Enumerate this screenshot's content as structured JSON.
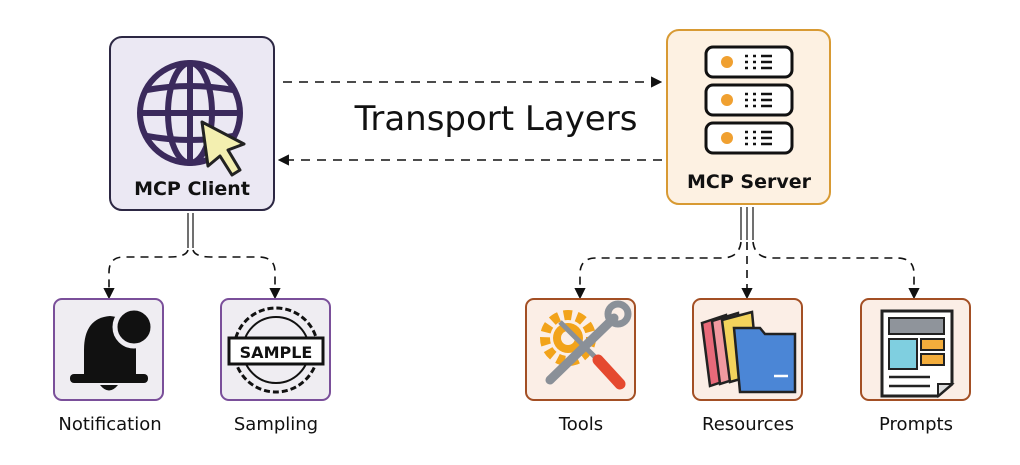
{
  "diagram": {
    "transport_label": "Transport Layers",
    "client": {
      "label": "MCP Client",
      "icon": "globe-cursor-icon",
      "fill": "#ebe8f3",
      "stroke": "#2c2743",
      "children": [
        "Notification",
        "Sampling"
      ]
    },
    "server": {
      "label": "MCP Server",
      "icon": "server-rack-icon",
      "fill": "#fdf1e2",
      "stroke": "#d89a33",
      "children": [
        "Tools",
        "Resources",
        "Prompts"
      ]
    },
    "nodes": [
      {
        "id": "notification",
        "label": "Notification",
        "icon": "bell-icon",
        "fill": "#efedf2",
        "stroke": "#7a4f9a"
      },
      {
        "id": "sampling",
        "label": "Sampling",
        "icon": "sample-stamp-icon",
        "fill": "#efedf2",
        "stroke": "#7a4f9a"
      },
      {
        "id": "tools",
        "label": "Tools",
        "icon": "gear-wrench-screwdriver-icon",
        "fill": "#fbeee6",
        "stroke": "#a34f24"
      },
      {
        "id": "resources",
        "label": "Resources",
        "icon": "folders-icon",
        "fill": "#fbeee6",
        "stroke": "#a34f24"
      },
      {
        "id": "prompts",
        "label": "Prompts",
        "icon": "document-layout-icon",
        "fill": "#fbeee6",
        "stroke": "#a34f24"
      }
    ]
  }
}
